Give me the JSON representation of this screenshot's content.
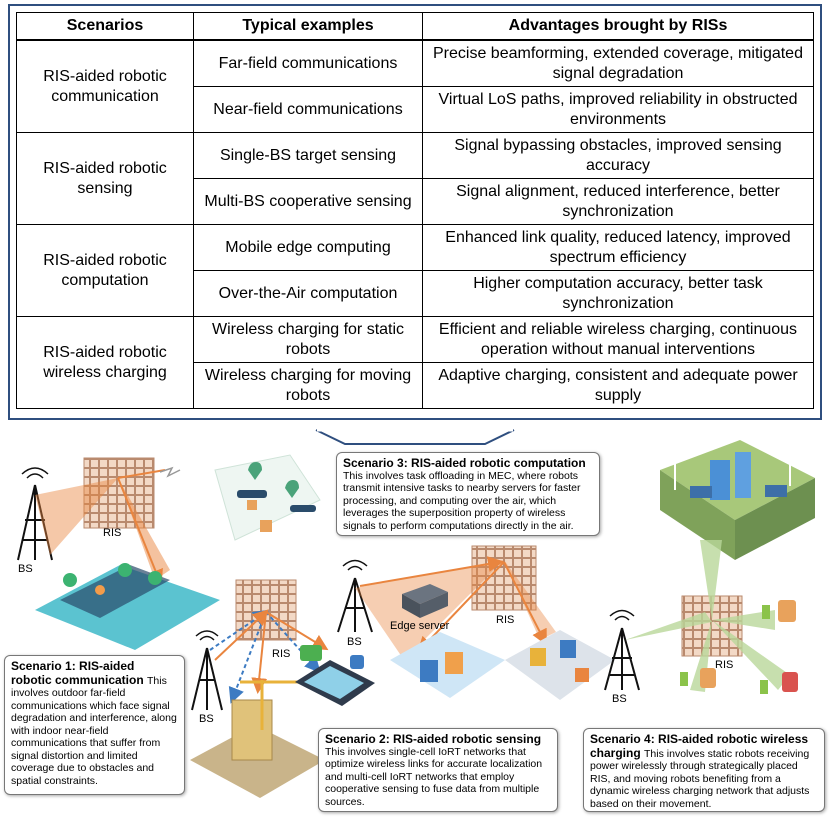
{
  "table": {
    "headers": [
      "Scenarios",
      "Typical examples",
      "Advantages brought by RISs"
    ],
    "groups": [
      {
        "scenario": "RIS-aided robotic communication",
        "rows": [
          {
            "example": "Far-field communications",
            "advantage": "Precise beamforming, extended coverage, mitigated signal degradation"
          },
          {
            "example": "Near-field communications",
            "advantage": "Virtual LoS paths, improved reliability in obstructed environments"
          }
        ]
      },
      {
        "scenario": "RIS-aided robotic sensing",
        "rows": [
          {
            "example": "Single-BS target sensing",
            "advantage": "Signal bypassing obstacles, improved sensing accuracy"
          },
          {
            "example": "Multi-BS cooperative sensing",
            "advantage": "Signal alignment, reduced interference, better synchronization"
          }
        ]
      },
      {
        "scenario": "RIS-aided robotic computation",
        "rows": [
          {
            "example": "Mobile edge computing",
            "advantage": "Enhanced link quality, reduced latency, improved spectrum efficiency"
          },
          {
            "example": "Over-the-Air computation",
            "advantage": "Higher computation accuracy, better task synchronization"
          }
        ]
      },
      {
        "scenario": "RIS-aided robotic wireless charging",
        "rows": [
          {
            "example": "Wireless charging for static robots",
            "advantage": "Efficient and reliable wireless charging, continuous operation without manual interventions"
          },
          {
            "example": "Wireless charging for moving robots",
            "advantage": "Adaptive charging, consistent and adequate power supply"
          }
        ]
      }
    ]
  },
  "labels": {
    "bs": "BS",
    "ris": "RIS",
    "edge_server": "Edge server"
  },
  "scenarios": {
    "s1": {
      "title": "Scenario 1: RIS-aided robotic communication",
      "body": "This involves outdoor far-field communications which face signal degradation and interference, along with indoor near-field communications that suffer from signal distortion and limited coverage due to obstacles and spatial constraints."
    },
    "s2": {
      "title": "Scenario 2: RIS-aided robotic sensing",
      "body": "This involves single-cell IoRT networks that optimize wireless links for accurate localization and multi-cell IoRT networks that employ cooperative sensing to fuse data from multiple sources."
    },
    "s3": {
      "title": "Scenario 3: RIS-aided robotic computation",
      "body": "This involves task offloading in MEC, where robots transmit intensive tasks to nearby servers for faster processing, and computing over the air, which leverages the superposition property of wireless signals to perform computations directly in the air."
    },
    "s4": {
      "title": "Scenario 4: RIS-aided robotic wireless charging",
      "body": "This involves static robots receiving power wirelessly through strategically placed RIS, and moving robots benefiting from a dynamic wireless charging network that adjusts based on their movement."
    }
  },
  "colors": {
    "frame": "#2f4f7f",
    "ris_panel": "#f3d9c6",
    "ris_grid": "#b98a6e",
    "beam_orange": "#e9853f",
    "beam_blue": "#3d7bc2",
    "beam_green": "#b9d79a",
    "tower": "#111111"
  }
}
